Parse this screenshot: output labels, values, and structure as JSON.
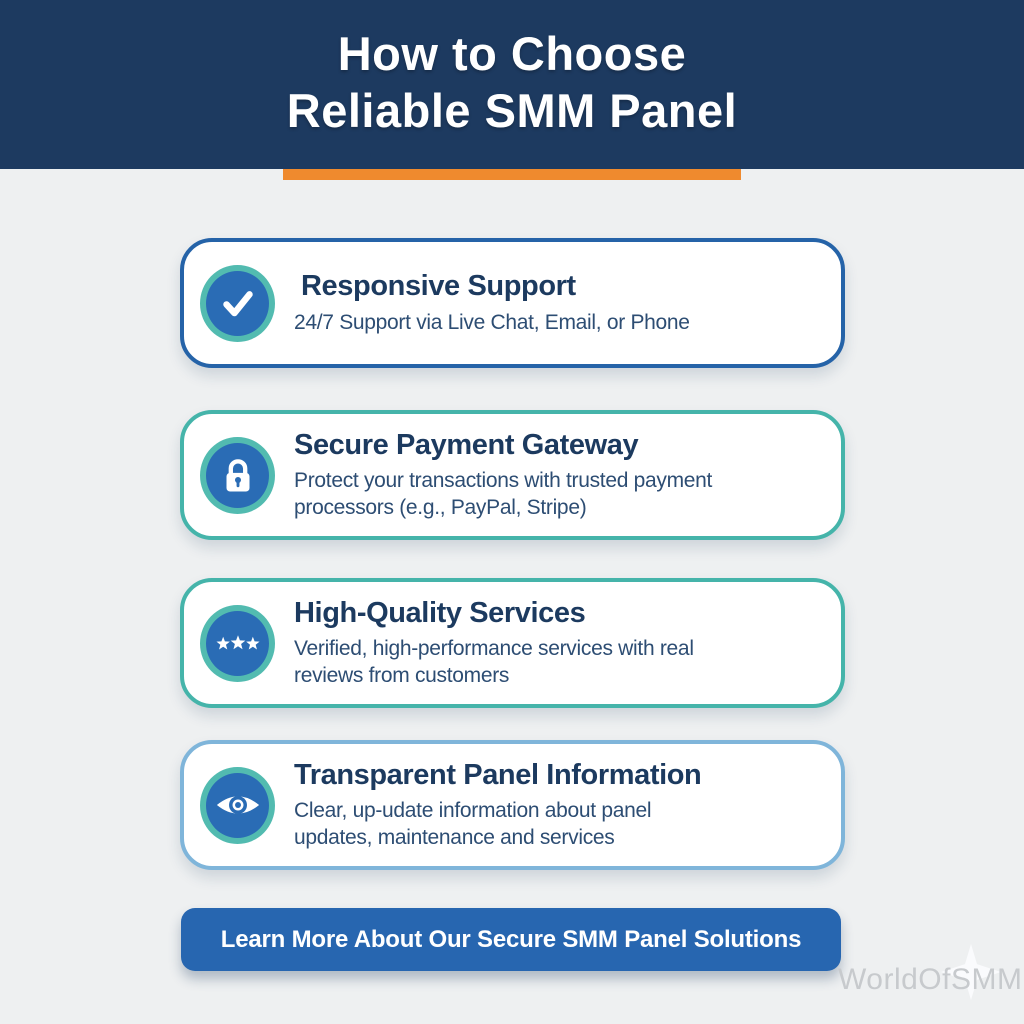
{
  "header": {
    "title_lines": [
      "How to Choose",
      "Reliable SMM Panel"
    ]
  },
  "cards": [
    {
      "icon": "check-icon",
      "title": "Responsive Support",
      "description_lines": [
        "24/7 Support via Live Chat, Email, or Phone"
      ],
      "border_color": "#2563a8"
    },
    {
      "icon": "lock-icon",
      "title": "Secure Payment Gateway",
      "description_lines": [
        "Protect your transactions with trusted payment",
        "processors (e.g., PayPal, Stripe)"
      ],
      "border_color": "#45b4aa"
    },
    {
      "icon": "stars-icon",
      "title": "High-Quality Services",
      "description_lines": [
        "Verified, high-performance services with real",
        "reviews from customers"
      ],
      "border_color": "#45b4aa"
    },
    {
      "icon": "eye-icon",
      "title": "Transparent Panel Information",
      "description_lines": [
        "Clear, up-udate information about panel",
        "updates, maintenance and services"
      ],
      "border_color": "#7fb5da"
    }
  ],
  "cta": {
    "label": "Learn More About Our Secure SMM Panel Solutions",
    "bg_color": "#2766b0",
    "text_color": "#ffffff"
  },
  "watermark": {
    "text": "WorldOfSMM"
  },
  "colors": {
    "header_bg": "#1d3a60",
    "accent_orange": "#ef8a2e",
    "page_bg": "#eef0f1",
    "card_bg": "#ffffff",
    "card_title": "#1c3a5f",
    "card_text": "#2d4d73",
    "icon_circle_bg": "#2a6cb5",
    "icon_circle_ring": "#52bbb0",
    "icon_glyph": "#ffffff",
    "card_border_blue": "#2563a8",
    "card_border_teal": "#45b4aa",
    "card_border_lightblue": "#7fb5da",
    "watermark_gray": "#c7cacd"
  }
}
